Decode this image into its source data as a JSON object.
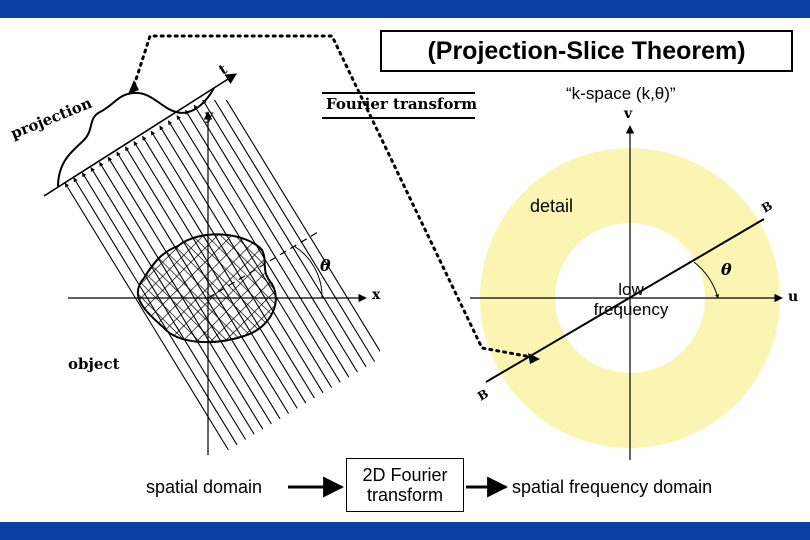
{
  "title": "(Projection-Slice Theorem)",
  "fourier_transform_label": "Fourier transform",
  "kspace_label": "“k-space (k,θ)”",
  "detail_label": "detail",
  "low_frequency_label": "low\nfrequency",
  "left_axes": {
    "x": "x",
    "y": "y",
    "t": "t",
    "theta": "θ"
  },
  "right_axes": {
    "u": "u",
    "v": "v",
    "theta": "θ",
    "b_upper": "B",
    "b_lower": "B"
  },
  "projection_label": "projection",
  "object_label": "object",
  "bottom_flow": {
    "spatial_domain": "spatial domain",
    "transform_box": "2D Fourier\ntransform",
    "frequency_domain": "spatial frequency domain"
  },
  "colors": {
    "header_bar": "#0b3fa3",
    "annulus": "#fbf5b4"
  }
}
